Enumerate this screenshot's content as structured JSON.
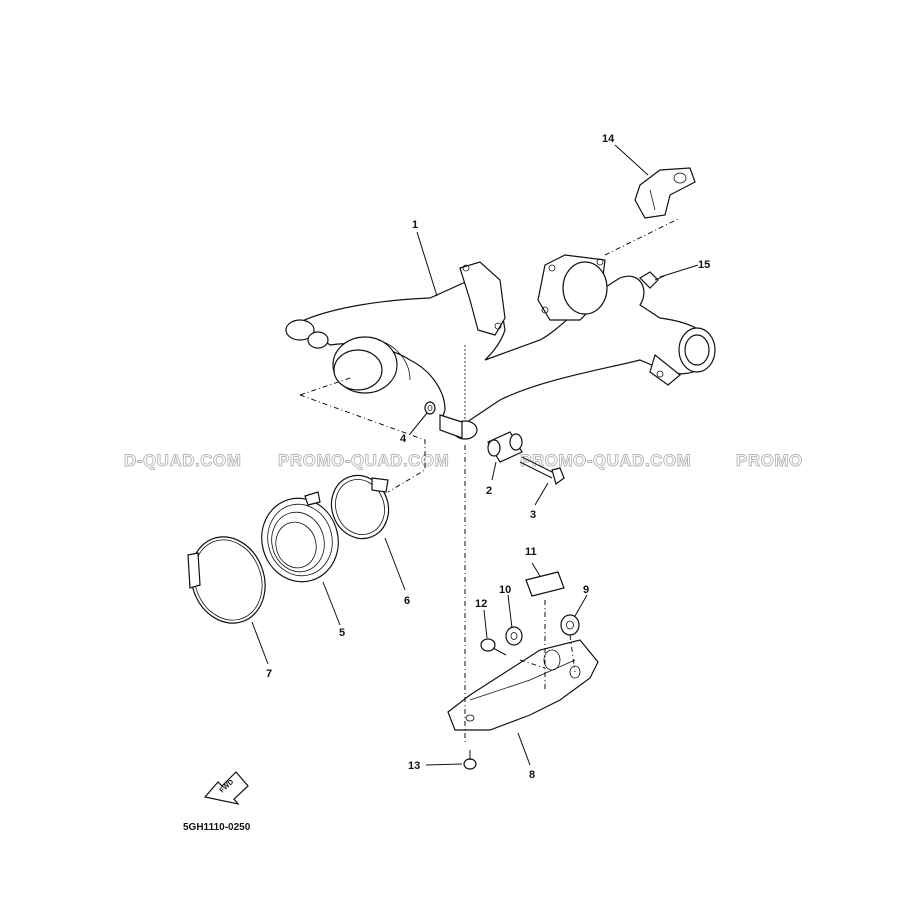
{
  "diagram": {
    "drawing_code": "5GH1110-0250",
    "fwd_label": "FWD",
    "watermark": {
      "segments": [
        "D-QUAD.COM",
        "PROMO-QUAD.COM",
        "PROMO-QUAD.COM",
        "PROMO"
      ]
    },
    "parts": [
      {
        "number": "1",
        "description_icon": "swingarm"
      },
      {
        "number": "2",
        "description_icon": "bushing"
      },
      {
        "number": "3",
        "description_icon": "bolt"
      },
      {
        "number": "4",
        "description_icon": "washer"
      },
      {
        "number": "5",
        "description_icon": "rubber-boot"
      },
      {
        "number": "6",
        "description_icon": "band-clamp"
      },
      {
        "number": "7",
        "description_icon": "band-clamp"
      },
      {
        "number": "8",
        "description_icon": "guard-plate"
      },
      {
        "number": "9",
        "description_icon": "collar"
      },
      {
        "number": "10",
        "description_icon": "collar"
      },
      {
        "number": "11",
        "description_icon": "pad"
      },
      {
        "number": "12",
        "description_icon": "bolt"
      },
      {
        "number": "13",
        "description_icon": "bolt"
      },
      {
        "number": "14",
        "description_icon": "bracket"
      },
      {
        "number": "15",
        "description_icon": "bolt"
      }
    ],
    "colors": {
      "line": "#111111",
      "watermark": "#b5b5b5",
      "background": "#ffffff"
    }
  }
}
